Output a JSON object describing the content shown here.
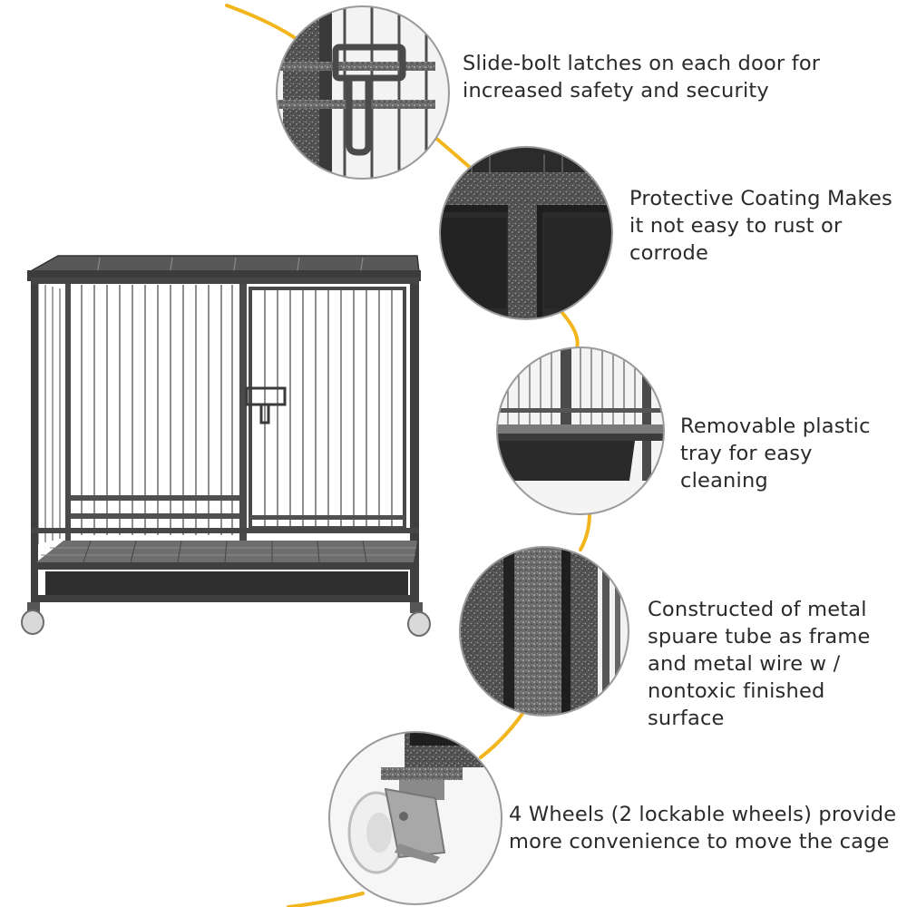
{
  "colors": {
    "accent_line": "#f2b61c",
    "frame": "#4a4a4a",
    "wire": "#5b5b5b",
    "tray": "#2e2e2e",
    "text": "#2a2a2a"
  },
  "product": {
    "image_name": "metal dog cage with removable tray on four wheels"
  },
  "features": [
    {
      "icon": "slide-bolt-latch-closeup",
      "text": "Slide-bolt latches on each door for\nincreased safety and security"
    },
    {
      "icon": "protective-coating-closeup",
      "text": "Protective Coating Makes\nit not easy to rust or\ncorrode"
    },
    {
      "icon": "plastic-tray-closeup",
      "text": "Removable plastic\ntray for easy cleaning"
    },
    {
      "icon": "metal-tube-closeup",
      "text": "Constructed of metal\nspuare tube as frame\nand metal wire w /\nnontoxic finished\nsurface"
    },
    {
      "icon": "wheel-closeup",
      "text": "4 Wheels (2 lockable wheels) provide\nmore convenience to move the cage"
    }
  ]
}
